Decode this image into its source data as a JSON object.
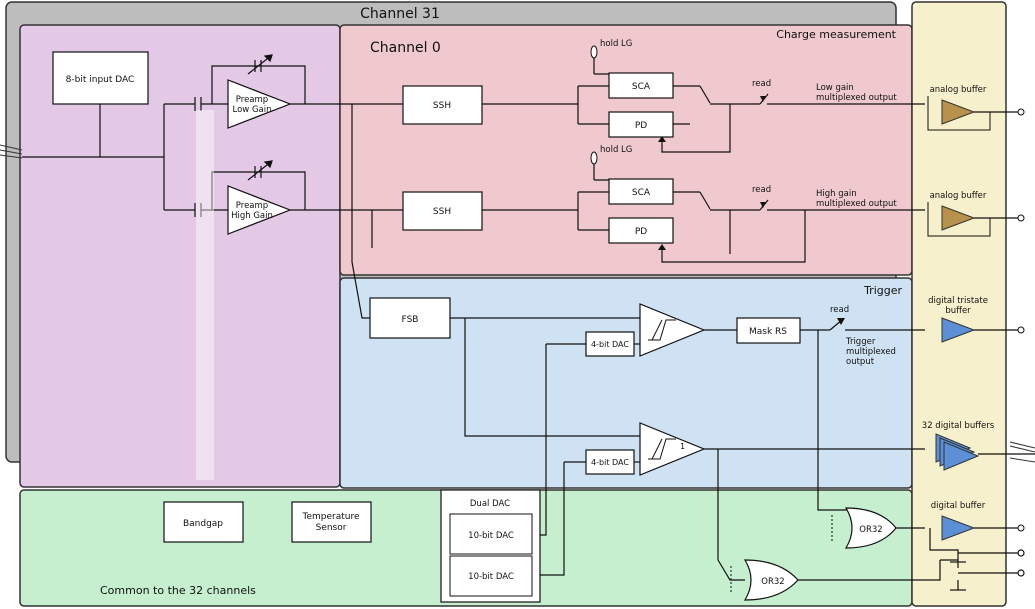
{
  "regions": {
    "channel31": "Channel 31",
    "channel0": "Channel 0",
    "charge_measurement": "Charge measurement",
    "trigger": "Trigger",
    "common": "Common to the 32 channels"
  },
  "blocks": {
    "input_dac": "8-bit input DAC",
    "preamp_lg_1": "Preamp",
    "preamp_lg_2": "Low Gain",
    "preamp_hg_1": "Preamp",
    "preamp_hg_2": "High Gain",
    "ssh_lg": "SSH",
    "ssh_hg": "SSH",
    "sca_lg": "SCA",
    "pd_lg": "PD",
    "sca_hg": "SCA",
    "pd_hg": "PD",
    "hold_lg": "hold LG",
    "hold_hg": "hold LG",
    "fsb": "FSB",
    "dac4_1": "4-bit DAC",
    "dac4_2": "4-bit DAC",
    "mask_rs": "Mask RS",
    "bandgap": "Bandgap",
    "temp_1": "Temperature",
    "temp_2": "Sensor",
    "dual_dac": "Dual DAC",
    "dac10_1": "10-bit DAC",
    "dac10_2": "10-bit DAC",
    "or32_a": "OR32",
    "or32_b": "OR32"
  },
  "labels": {
    "read_lg": "read",
    "read_hg": "read",
    "read_trig": "read",
    "lg_out_1": "Low gain",
    "lg_out_2": "multiplexed output",
    "hg_out_1": "High gain",
    "hg_out_2": "multiplexed output",
    "trig_out_1": "Trigger",
    "trig_out_2": "multiplexed",
    "trig_out_3": "output",
    "one": "1"
  },
  "buffers": {
    "analog_1": "analog buffer",
    "analog_2": "analog buffer",
    "digital_tristate_1": "digital tristate",
    "digital_tristate_2": "buffer",
    "digital32": "32 digital buffers",
    "digital": "digital buffer"
  },
  "colors": {
    "channel31_bg": "#bdbdbd",
    "input_bg": "#e3c9e6",
    "charge_bg": "#efc9ce",
    "trigger_bg": "#cfe2f3",
    "common_bg": "#c6efcf",
    "buffer_bg": "#f7f0cc",
    "analog_buffer": "#b8914a",
    "digital_buffer": "#5b8fd6"
  }
}
